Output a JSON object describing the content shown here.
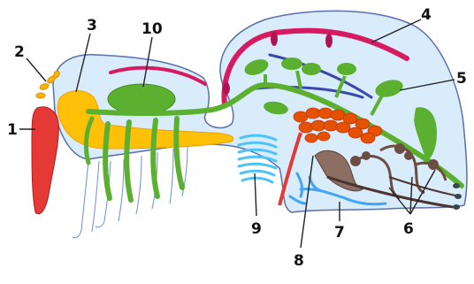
{
  "labels": {
    "l1": "1",
    "l2": "2",
    "l3": "3",
    "l4": "4",
    "l5": "5",
    "l6": "6",
    "l7": "7",
    "l8": "8",
    "l9": "9",
    "l10": "10"
  },
  "colors": {
    "body_fill": "#d9ecfb",
    "body_outline": "#5a6fb0",
    "heart": "#d81b60",
    "intestine": "#5cb030",
    "nerve": "#ffc107",
    "gland": "#e65100",
    "silk_gland": "#6d4c41",
    "trachea": "#42a5f5",
    "book_lung": "#4fc3f7",
    "poison_gland": "#e53935",
    "vessel": "#3949ab"
  }
}
